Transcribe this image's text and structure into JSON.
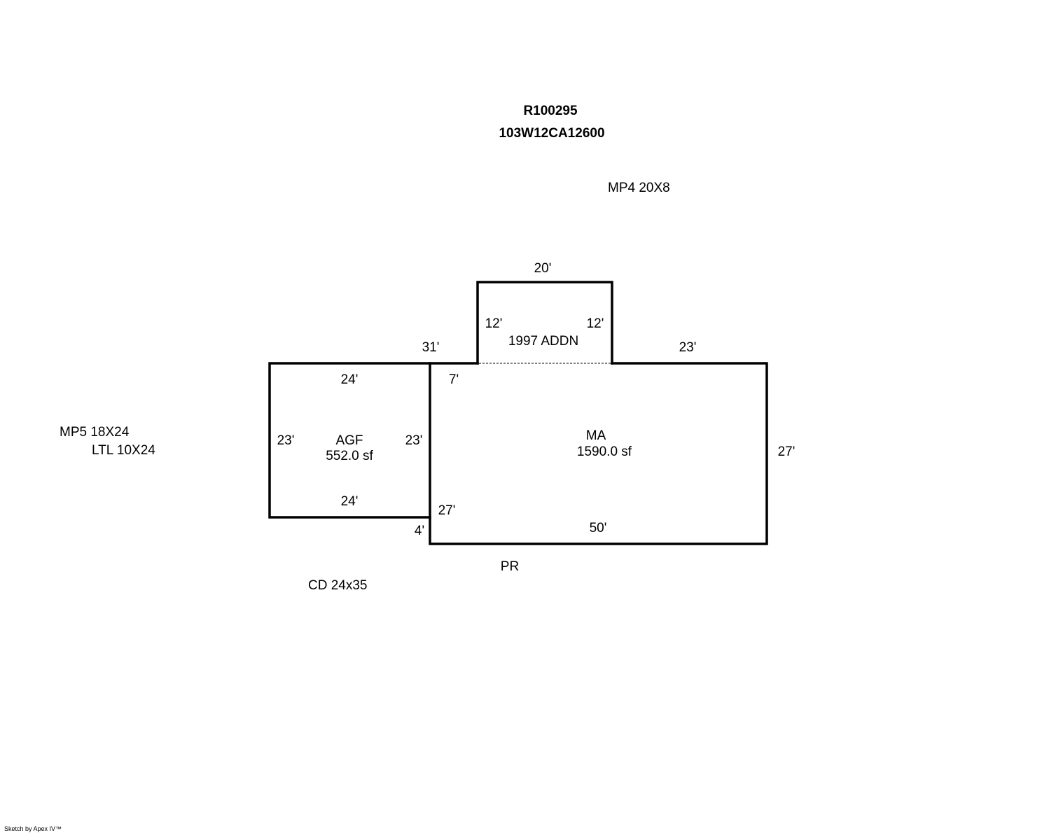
{
  "header": {
    "parcel_id": "R100295",
    "map_number": "103W12CA12600"
  },
  "notes": {
    "mp4": "MP4 20X8",
    "mp5": "MP5 18X24",
    "ltl": "LTL 10X24",
    "cd": "CD 24x35",
    "pr": "PR"
  },
  "areas": {
    "agf": {
      "code": "AGF",
      "area": "552.0 sf"
    },
    "ma": {
      "code": "MA",
      "area": "1590.0 sf"
    },
    "addn": {
      "label": "1997 ADDN"
    }
  },
  "dimensions": {
    "addn_top": "20'",
    "addn_left": "12'",
    "addn_right": "12'",
    "ma_top_left": "31'",
    "ma_top_right": "23'",
    "ma_inner_top": "7'",
    "ma_right": "27'",
    "ma_left": "27'",
    "ma_bottom": "50'",
    "step": "4'",
    "agf_top": "24'",
    "agf_bottom": "24'",
    "agf_left": "23'",
    "agf_right": "23'"
  },
  "footer": {
    "credit": "Sketch by Apex IV™"
  }
}
